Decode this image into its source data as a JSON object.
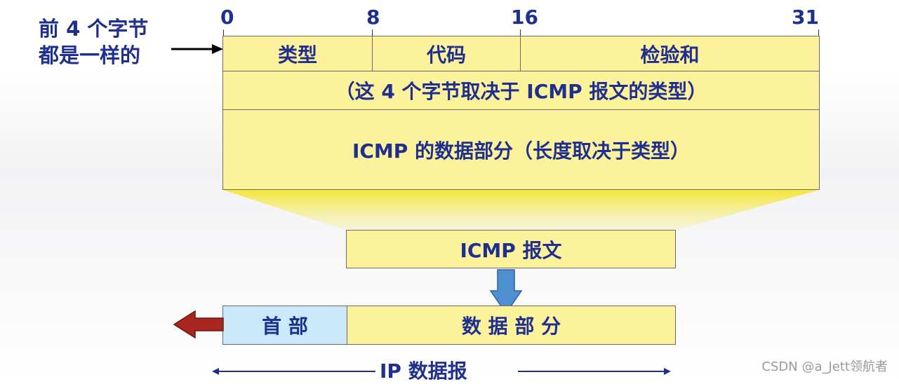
{
  "note": {
    "line1": "前 4 个字节",
    "line2": "都是一样的"
  },
  "bit_positions": {
    "b0": "0",
    "b8": "8",
    "b16": "16",
    "b31": "31"
  },
  "header_fields": {
    "type": "类型",
    "code": "代码",
    "checksum": "检验和"
  },
  "rest_of_header": "（这 4 个字节取决于 ICMP 报文的类型）",
  "icmp_data": "ICMP 的数据部分（长度取决于类型）",
  "icmp_message": "ICMP 报文",
  "ip_datagram": {
    "header": "首 部",
    "data": "数 据 部 分",
    "label": "IP 数据报"
  },
  "watermark": "CSDN @a_Jett领航者",
  "colors": {
    "field_fill": "#fbf29b",
    "ip_header_fill": "#cce9fb",
    "text": "#1f2f8f",
    "down_arrow": "#4f8fcf",
    "left_arrow": "#a8261f"
  }
}
